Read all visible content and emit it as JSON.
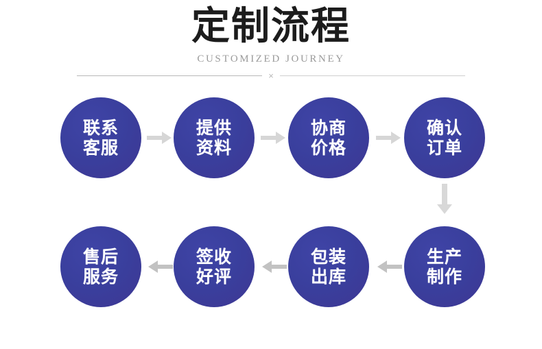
{
  "header": {
    "title": "定制流程",
    "subtitle": "CUSTOMIZED JOURNEY",
    "divider_mark": "×"
  },
  "colors": {
    "node_fill_start": "#3f44a6",
    "node_fill_end": "#423b95",
    "node_text": "#ffffff",
    "title_text": "#1c1c1c",
    "subtitle_text": "#9a9a9a",
    "divider_line": "#b7b7b7",
    "arrow_light": "#d6d6d6",
    "arrow_dark": "#c0c0c0",
    "page_background": "#ffffff"
  },
  "flow": {
    "row1_direction": "left-to-right",
    "row2_direction": "right-to-left",
    "steps": [
      {
        "index": 1,
        "line1": "联系",
        "line2": "客服",
        "full": "联系客服",
        "row": 1
      },
      {
        "index": 2,
        "line1": "提供",
        "line2": "资料",
        "full": "提供资料",
        "row": 1
      },
      {
        "index": 3,
        "line1": "协商",
        "line2": "价格",
        "full": "协商价格",
        "row": 1
      },
      {
        "index": 4,
        "line1": "确认",
        "line2": "订单",
        "full": "确认订单",
        "row": 1
      },
      {
        "index": 5,
        "line1": "生产",
        "line2": "制作",
        "full": "生产制作",
        "row": 2
      },
      {
        "index": 6,
        "line1": "包装",
        "line2": "出库",
        "full": "包装出库",
        "row": 2
      },
      {
        "index": 7,
        "line1": "签收",
        "line2": "好评",
        "full": "签收好评",
        "row": 2
      },
      {
        "index": 8,
        "line1": "售后",
        "line2": "服务",
        "full": "售后服务",
        "row": 2
      }
    ],
    "connectors": [
      {
        "name": "arrow-right-1",
        "direction": "right"
      },
      {
        "name": "arrow-right-2",
        "direction": "right"
      },
      {
        "name": "arrow-right-3",
        "direction": "right"
      },
      {
        "name": "arrow-down-1",
        "direction": "down"
      },
      {
        "name": "arrow-left-1",
        "direction": "left"
      },
      {
        "name": "arrow-left-2",
        "direction": "left"
      },
      {
        "name": "arrow-left-3",
        "direction": "left"
      }
    ]
  }
}
